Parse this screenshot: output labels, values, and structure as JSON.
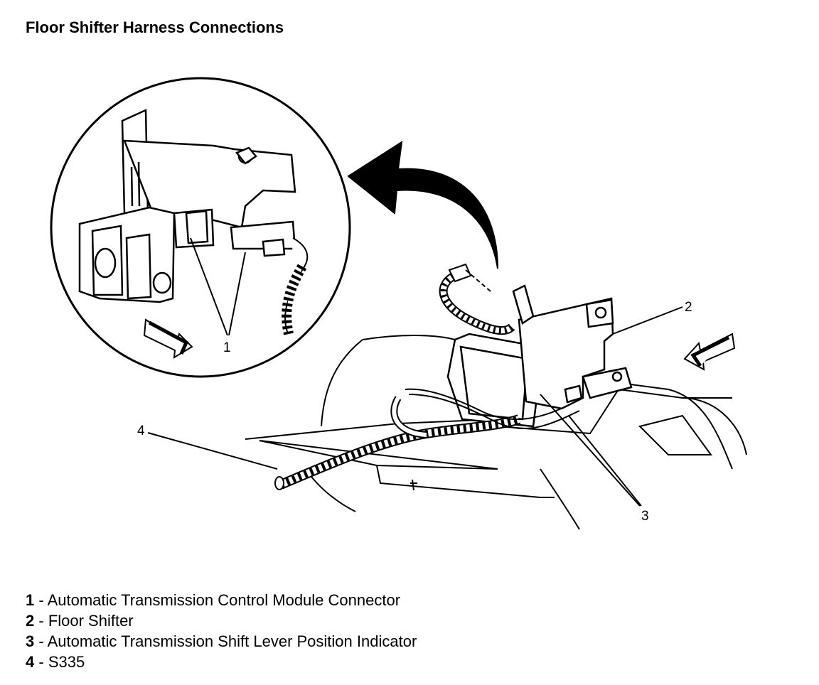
{
  "title": "Floor Shifter Harness Connections",
  "callouts": {
    "c1": "1",
    "c2": "2",
    "c3": "3",
    "c4": "4"
  },
  "legend": [
    {
      "num": "1",
      "sep": " - ",
      "text": "Automatic Transmission Control Module Connector"
    },
    {
      "num": "2",
      "sep": " - ",
      "text": "Floor Shifter"
    },
    {
      "num": "3",
      "sep": " - ",
      "text": "Automatic Transmission Shift Lever Position Indicator"
    },
    {
      "num": "4",
      "sep": " - ",
      "text": "S335"
    }
  ]
}
